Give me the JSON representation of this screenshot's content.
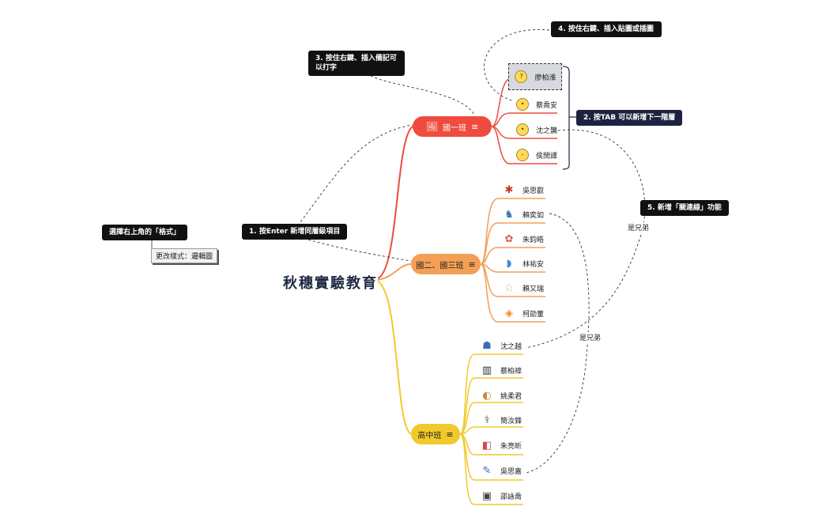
{
  "mindmap": {
    "central": "秋穗實驗教育",
    "branches": [
      {
        "label": "國一班",
        "leaves": [
          {
            "name": "廖柏淮",
            "icon": "thinking-face"
          },
          {
            "name": "蔡喬安",
            "icon": "neutral-face"
          },
          {
            "name": "沈之鵲",
            "icon": "neutral-face"
          },
          {
            "name": "侯閔譯",
            "icon": "expressionless-face"
          }
        ]
      },
      {
        "label": "國二、國三班",
        "leaves": [
          {
            "name": "吳思叡",
            "icon": "ladybug"
          },
          {
            "name": "賴奕如",
            "icon": "unicorn"
          },
          {
            "name": "朱鈞皓",
            "icon": "octopus"
          },
          {
            "name": "林祐安",
            "icon": "dolphin"
          },
          {
            "name": "賴又瑞",
            "icon": "dog"
          },
          {
            "name": "柯劭蕫",
            "icon": "fish"
          }
        ]
      },
      {
        "label": "高中班",
        "leaves": [
          {
            "name": "沈之越",
            "icon": "backpack"
          },
          {
            "name": "蔡柏禕",
            "icon": "piano-keys"
          },
          {
            "name": "姚柔君",
            "icon": "palette"
          },
          {
            "name": "簡汝鋒",
            "icon": "dna"
          },
          {
            "name": "朱亮昕",
            "icon": "shapes"
          },
          {
            "name": "吳思嘉",
            "icon": "paintbrush"
          },
          {
            "name": "邵詠喬",
            "icon": "book"
          }
        ]
      }
    ],
    "notes": {
      "n1": "1. 按Enter 新增同層級項目",
      "n2": "2. 按TAB 可以新增下一階層",
      "n3": "3. 按住右鍵、插入備記可以打字",
      "n4": "4. 按住右鍵、插入貼圖或插圖",
      "n5": "5. 新增「關連線」功能",
      "format": "選擇右上角的「格式」",
      "format_sub": "更改樣式：邏輯圖"
    },
    "relations": [
      "是兄弟",
      "是兄弟"
    ]
  },
  "colors": {
    "red": "#ef4b3f",
    "orange": "#f39f55",
    "yellow": "#f1c92c",
    "navy": "#1b2340"
  }
}
